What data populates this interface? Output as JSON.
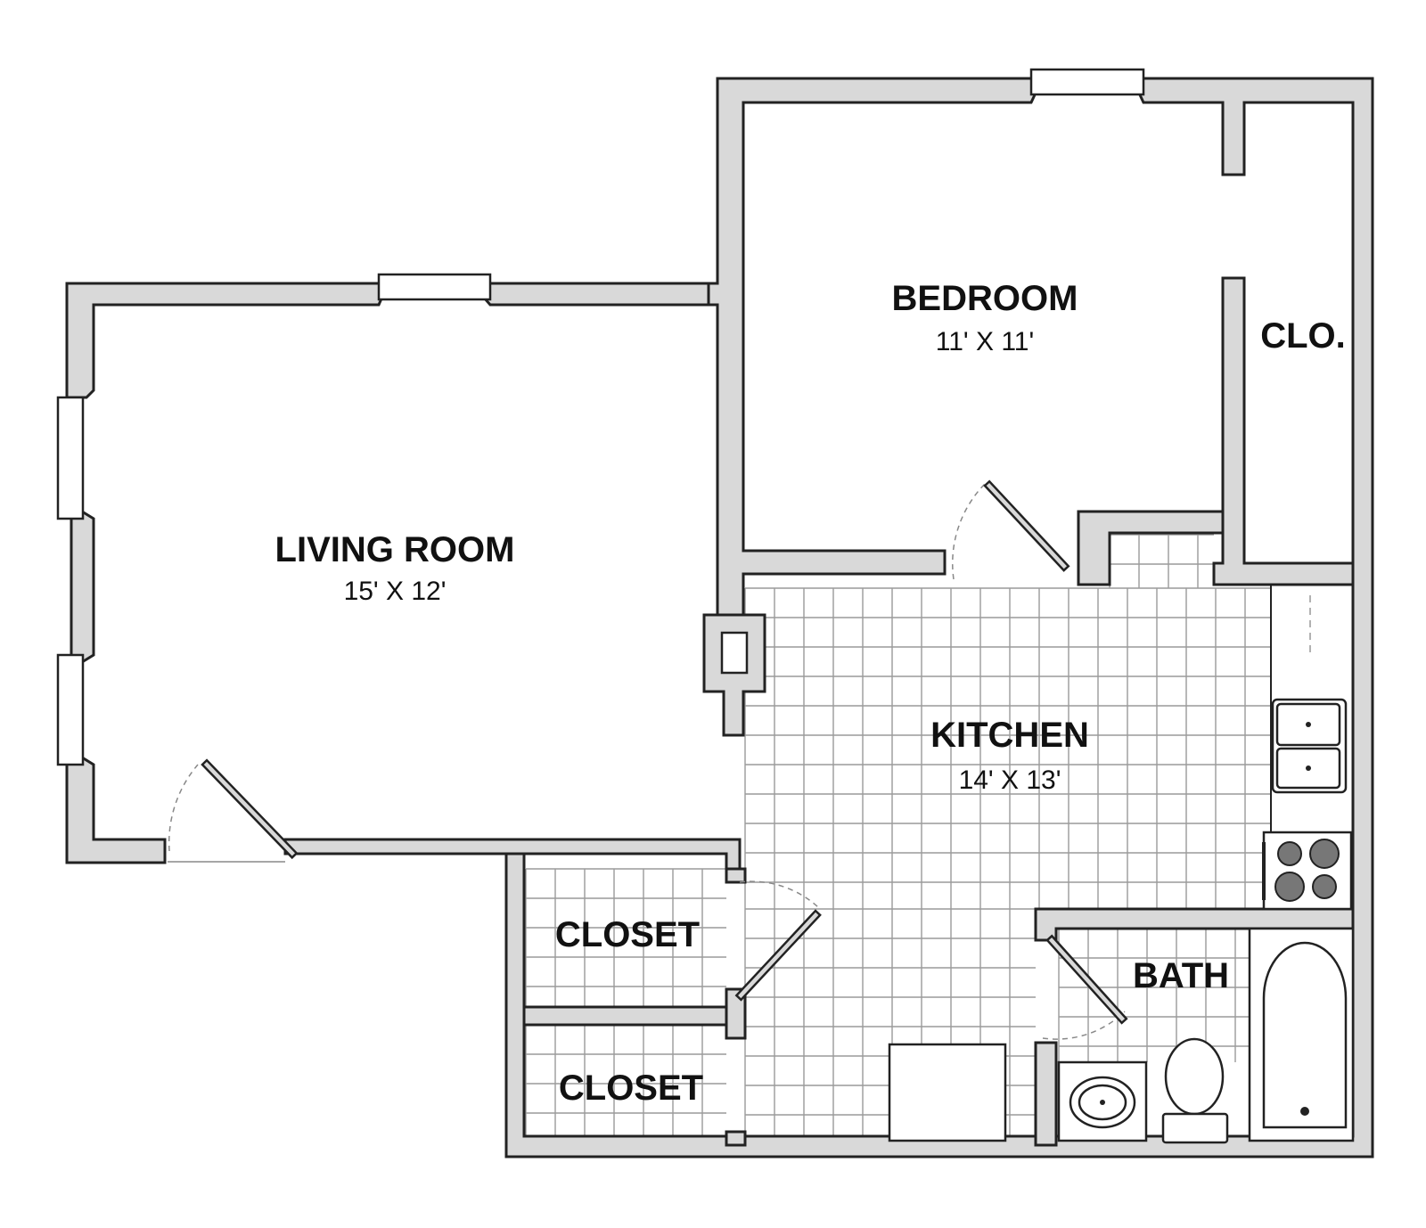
{
  "rooms": {
    "living": {
      "name": "LIVING ROOM",
      "size": "15' X 12'"
    },
    "bedroom": {
      "name": "BEDROOM",
      "size": "11' X 11'"
    },
    "closet_bedroom": {
      "name": "CLO."
    },
    "kitchen": {
      "name": "KITCHEN",
      "size": "14' X 13'"
    },
    "closet_upper": {
      "name": "CLOSET"
    },
    "closet_lower": {
      "name": "CLOSET"
    },
    "bath": {
      "name": "BATH"
    }
  },
  "colors": {
    "wall_fill": "#d9d9d9",
    "wall_stroke": "#222222",
    "tile_grid": "#9a9a9a",
    "background": "#ffffff"
  }
}
